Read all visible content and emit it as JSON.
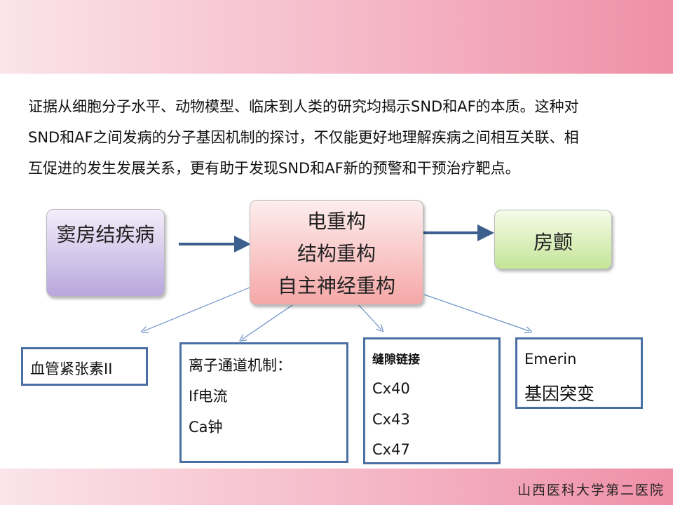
{
  "paragraph": {
    "lines": [
      "证据从细胞分子水平、动物模型、临床到人类的研究均揭示SND和AF的本质。这种对",
      "SND和AF之间发病的分子基因机制的探讨，不仅能更好地理解疾病之间相互关联、相",
      "互促进的发生发展关系，更有助于发现SND和AF新的预警和干预治疗靶点。"
    ]
  },
  "diagram": {
    "left": "窦房结疾病",
    "center": [
      "电重构",
      "结构重构",
      "自主神经重构"
    ],
    "right": "房颤",
    "boxes": {
      "b1": [
        "血管紧张素II"
      ],
      "b2": [
        "离子通道机制：",
        "If电流",
        "Ca钟"
      ],
      "b3": [
        "缝隙链接",
        "Cx40",
        "Cx43",
        "Cx47"
      ],
      "b4": [
        "Emerin",
        "基因突变"
      ]
    }
  },
  "footer": "山西医科大学第二医院",
  "colors": {
    "arrow": "#3c5f8e",
    "border": "#4a6fa5"
  }
}
